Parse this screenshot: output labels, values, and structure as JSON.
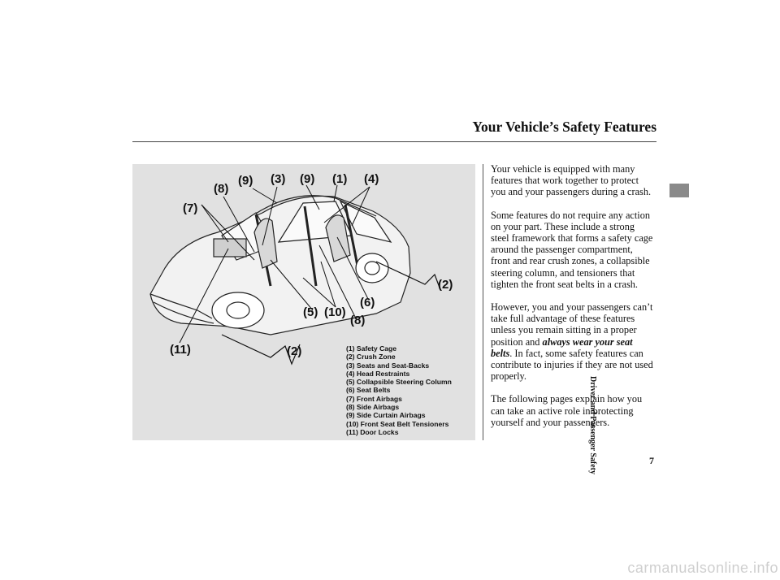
{
  "header": {
    "title": "Your Vehicle’s Safety Features"
  },
  "figure": {
    "callouts": {
      "c1": "(1)",
      "c2a": "(2)",
      "c2b": "(2)",
      "c3": "(3)",
      "c4": "(4)",
      "c5": "(5)",
      "c6": "(6)",
      "c7": "(7)",
      "c8a": "(8)",
      "c8b": "(8)",
      "c9a": "(9)",
      "c9b": "(9)",
      "c10": "(10)",
      "c11": "(11)"
    },
    "legend": [
      "(1) Safety Cage",
      "(2) Crush Zone",
      "(3) Seats and Seat-Backs",
      "(4) Head Restraints",
      "(5) Collapsible Steering Column",
      "(6) Seat Belts",
      "(7) Front Airbags",
      "(8) Side Airbags",
      "(9) Side Curtain Airbags",
      "(10) Front Seat Belt Tensioners",
      "(11) Door Locks"
    ]
  },
  "body": {
    "p1": "Your vehicle is equipped with many features that work together to protect you and your passengers during a crash.",
    "p2": "Some features do not require any action on your part. These include a strong steel framework that forms a safety cage around the passenger compartment, front and rear crush zones, a collapsible steering column, and tensioners that tighten the front seat belts in a crash.",
    "p3_a": "However, you and your passengers can’t take full advantage of these features unless you remain sitting in a proper position and ",
    "p3_emph": "always wear your seat belts",
    "p3_b": ". In fact, some safety features can contribute to injuries if they are not used properly.",
    "p4": "The following pages explain how you can take an active role in protecting yourself and your passengers."
  },
  "sidebar": {
    "section_label": "Driver and Passenger Safety"
  },
  "footer": {
    "page_number": "7",
    "watermark": "carmanualsonline.info"
  }
}
